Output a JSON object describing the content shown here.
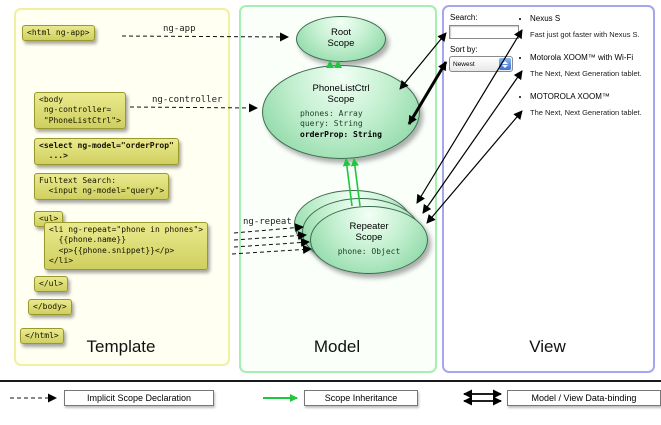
{
  "panels": {
    "template": {
      "title": "Template"
    },
    "model": {
      "title": "Model"
    },
    "view": {
      "title": "View"
    }
  },
  "template": {
    "snippets": {
      "html_open": "<html ng-app>",
      "body_open": "<body\n ng-controller=\n \"PhoneListCtrl\">",
      "select": "<select ng-model=\"orderProp\"\n  ...>",
      "fulltext": "Fulltext Search:\n  <input ng-model=\"query\">",
      "ul_open": "<ul>",
      "li_repeat": "<li ng-repeat=\"phone in phones\">\n  {{phone.name}}\n  <p>{{phone.snippet}}</p>\n</li>",
      "ul_close": "</ul>",
      "body_close": "</body>",
      "html_close": "</html>"
    }
  },
  "model": {
    "root_scope": {
      "title": "Root\nScope"
    },
    "phonelist_scope": {
      "title": "PhoneListCtrl\nScope",
      "props": [
        "phones: Array",
        "query: String"
      ],
      "prop_bold": "orderProp: String"
    },
    "repeater_scope": {
      "title": "Repeater\nScope",
      "prop": "phone: Object"
    }
  },
  "arrows": {
    "ng_app_label": "ng-app",
    "ng_controller_label": "ng-controller",
    "ng_repeat_label": "ng-repeat"
  },
  "view": {
    "search_label": "Search:",
    "search_value": "",
    "sort_label": "Sort by:",
    "sort_value": "Newest",
    "phones": [
      {
        "name": "Nexus S",
        "snippet": "Fast just got faster with Nexus S."
      },
      {
        "name": "Motorola XOOM™ with Wi-Fi",
        "snippet": "The Next, Next Generation tablet."
      },
      {
        "name": "MOTOROLA XOOM™",
        "snippet": "The Next, Next Generation tablet."
      }
    ]
  },
  "legend": {
    "items": [
      {
        "label": "Implicit Scope Declaration"
      },
      {
        "label": "Scope Inheritance"
      },
      {
        "label": "Model / View Data-binding"
      }
    ]
  },
  "colors": {
    "template_border": "#f0f0a0",
    "model_border": "#a6eeb2",
    "view_border": "#a6a6ee",
    "code_box": "#dcdc74",
    "scope_fill": "#8fd9a8",
    "inheritance_green": "#1ec83e"
  }
}
